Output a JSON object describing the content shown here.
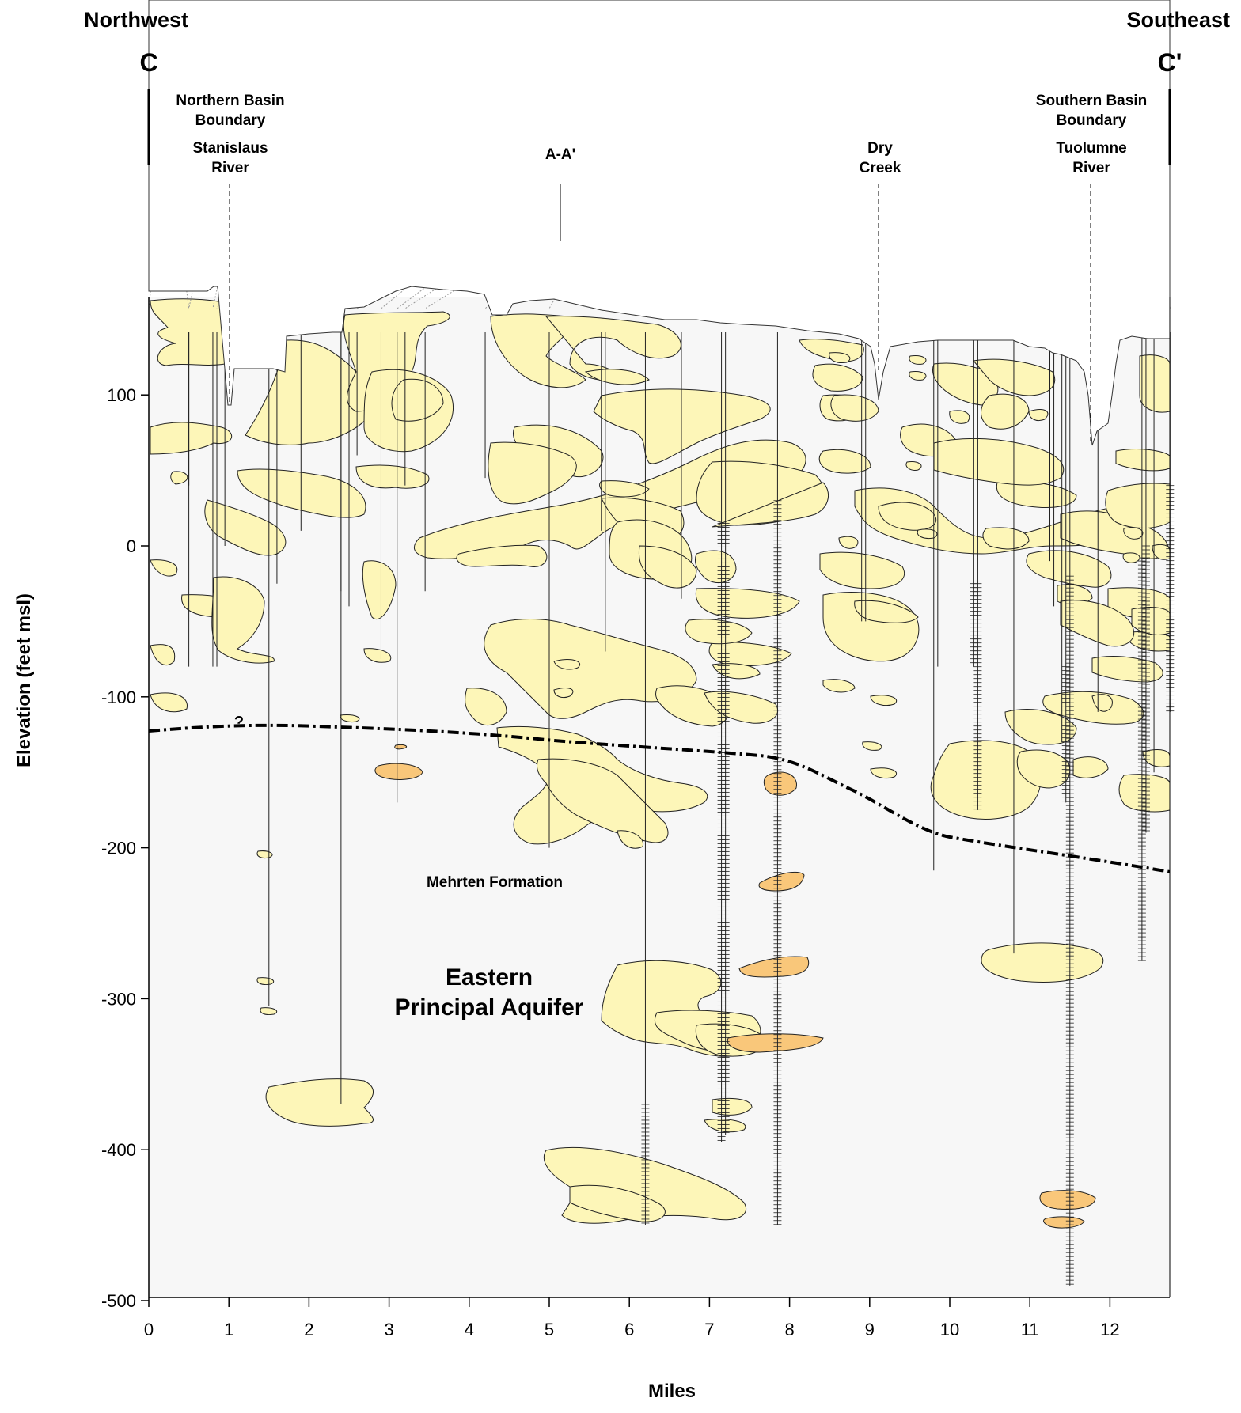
{
  "header": {
    "left_direction": "Northwest",
    "right_direction": "Southeast",
    "left_section": "C",
    "right_section": "C'"
  },
  "annotations": {
    "northern_boundary_line1": "Northern Basin",
    "northern_boundary_line2": "Boundary",
    "stanislaus_line1": "Stanislaus",
    "stanislaus_line2": "River",
    "crossing": "A-A'",
    "dry_creek_line1": "Dry",
    "dry_creek_line2": "Creek",
    "southern_boundary_line1": "Southern Basin",
    "southern_boundary_line2": "Boundary",
    "tuolumne_line1": "Tuolumne",
    "tuolumne_line2": "River",
    "mehrten": "Mehrten Formation",
    "aquifer_line1": "Eastern",
    "aquifer_line2": "Principal Aquifer",
    "question_mark": "?"
  },
  "axes": {
    "ylabel": "Elevation (feet msl)",
    "xlabel": "Miles",
    "y_ticks": [
      "100",
      "0",
      "-100",
      "-200",
      "-300",
      "-400",
      "-500"
    ],
    "x_ticks": [
      "0",
      "1",
      "2",
      "3",
      "4",
      "5",
      "6",
      "7",
      "8",
      "9",
      "10",
      "11",
      "12"
    ]
  },
  "wells": [
    {
      "id": "121275",
      "mile": 0.0
    },
    {
      "id": "158153",
      "mile": 0.5
    },
    {
      "id": "164761",
      "mile": 0.5
    },
    {
      "id": "306538",
      "mile": 0.8
    },
    {
      "id": "544315",
      "mile": 0.85
    },
    {
      "id": "164757",
      "mile": 0.95
    },
    {
      "id": "32639",
      "mile": 1.5
    },
    {
      "id": "306540",
      "mile": 1.6
    },
    {
      "id": "718677",
      "mile": 1.9
    },
    {
      "id": "41818",
      "mile": 2.4
    },
    {
      "id": "154088",
      "mile": 2.4
    },
    {
      "id": "525341",
      "mile": 2.5
    },
    {
      "id": "60868",
      "mile": 2.6
    },
    {
      "id": "501981",
      "mile": 2.9
    },
    {
      "id": "51174",
      "mile": 3.1
    },
    {
      "id": "287439",
      "mile": 3.2
    },
    {
      "id": "22962",
      "mile": 3.45
    },
    {
      "id": "498213",
      "mile": 4.2
    },
    {
      "id": "92538",
      "mile": 5.0
    },
    {
      "id": "525301",
      "mile": 5.65
    },
    {
      "id": "409135",
      "mile": 5.7
    },
    {
      "id": "53690",
      "mile": 6.2
    },
    {
      "id": "938286",
      "mile": 6.65
    },
    {
      "id": "24649",
      "mile": 7.15
    },
    {
      "id": "303961",
      "mile": 7.2
    },
    {
      "id": "24807",
      "mile": 7.85
    },
    {
      "id": "497354",
      "mile": 8.9
    },
    {
      "id": "1097051",
      "mile": 8.95
    },
    {
      "id": "580213",
      "mile": 9.8
    },
    {
      "id": "168841",
      "mile": 9.85
    },
    {
      "id": "128615",
      "mile": 10.3
    },
    {
      "id": "29345",
      "mile": 10.35
    },
    {
      "id": "89332",
      "mile": 10.8
    },
    {
      "id": "374457",
      "mile": 11.25
    },
    {
      "id": "243220",
      "mile": 11.3
    },
    {
      "id": "37036",
      "mile": 11.4
    },
    {
      "id": "60864",
      "mile": 11.45
    },
    {
      "id": "191159",
      "mile": 11.5
    },
    {
      "id": "36087",
      "mile": 11.85
    },
    {
      "id": "251138",
      "mile": 12.4
    },
    {
      "id": "250564",
      "mile": 12.45
    },
    {
      "id": "544404",
      "mile": 12.55
    },
    {
      "id": "226854",
      "mile": 12.75
    }
  ],
  "colors": {
    "background": "#f7f7f7",
    "sand_gravel": "#fdf6b8",
    "coarse": "#f9c77a",
    "contact_line": "#000000"
  }
}
